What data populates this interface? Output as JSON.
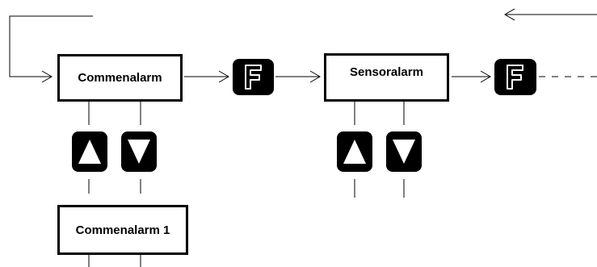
{
  "boxes": {
    "commenalarm": "Commenalarm",
    "sensoralarm": "Sensoralarm",
    "commenalarm_1": "Commenalarm 1"
  },
  "buttons": {
    "function_key": "F",
    "up_key": "up-triangle-icon",
    "down_key": "down-triangle-icon"
  },
  "colors": {
    "line": "#000000",
    "key_fill": "#000000",
    "key_symbol": "#ffffff"
  }
}
